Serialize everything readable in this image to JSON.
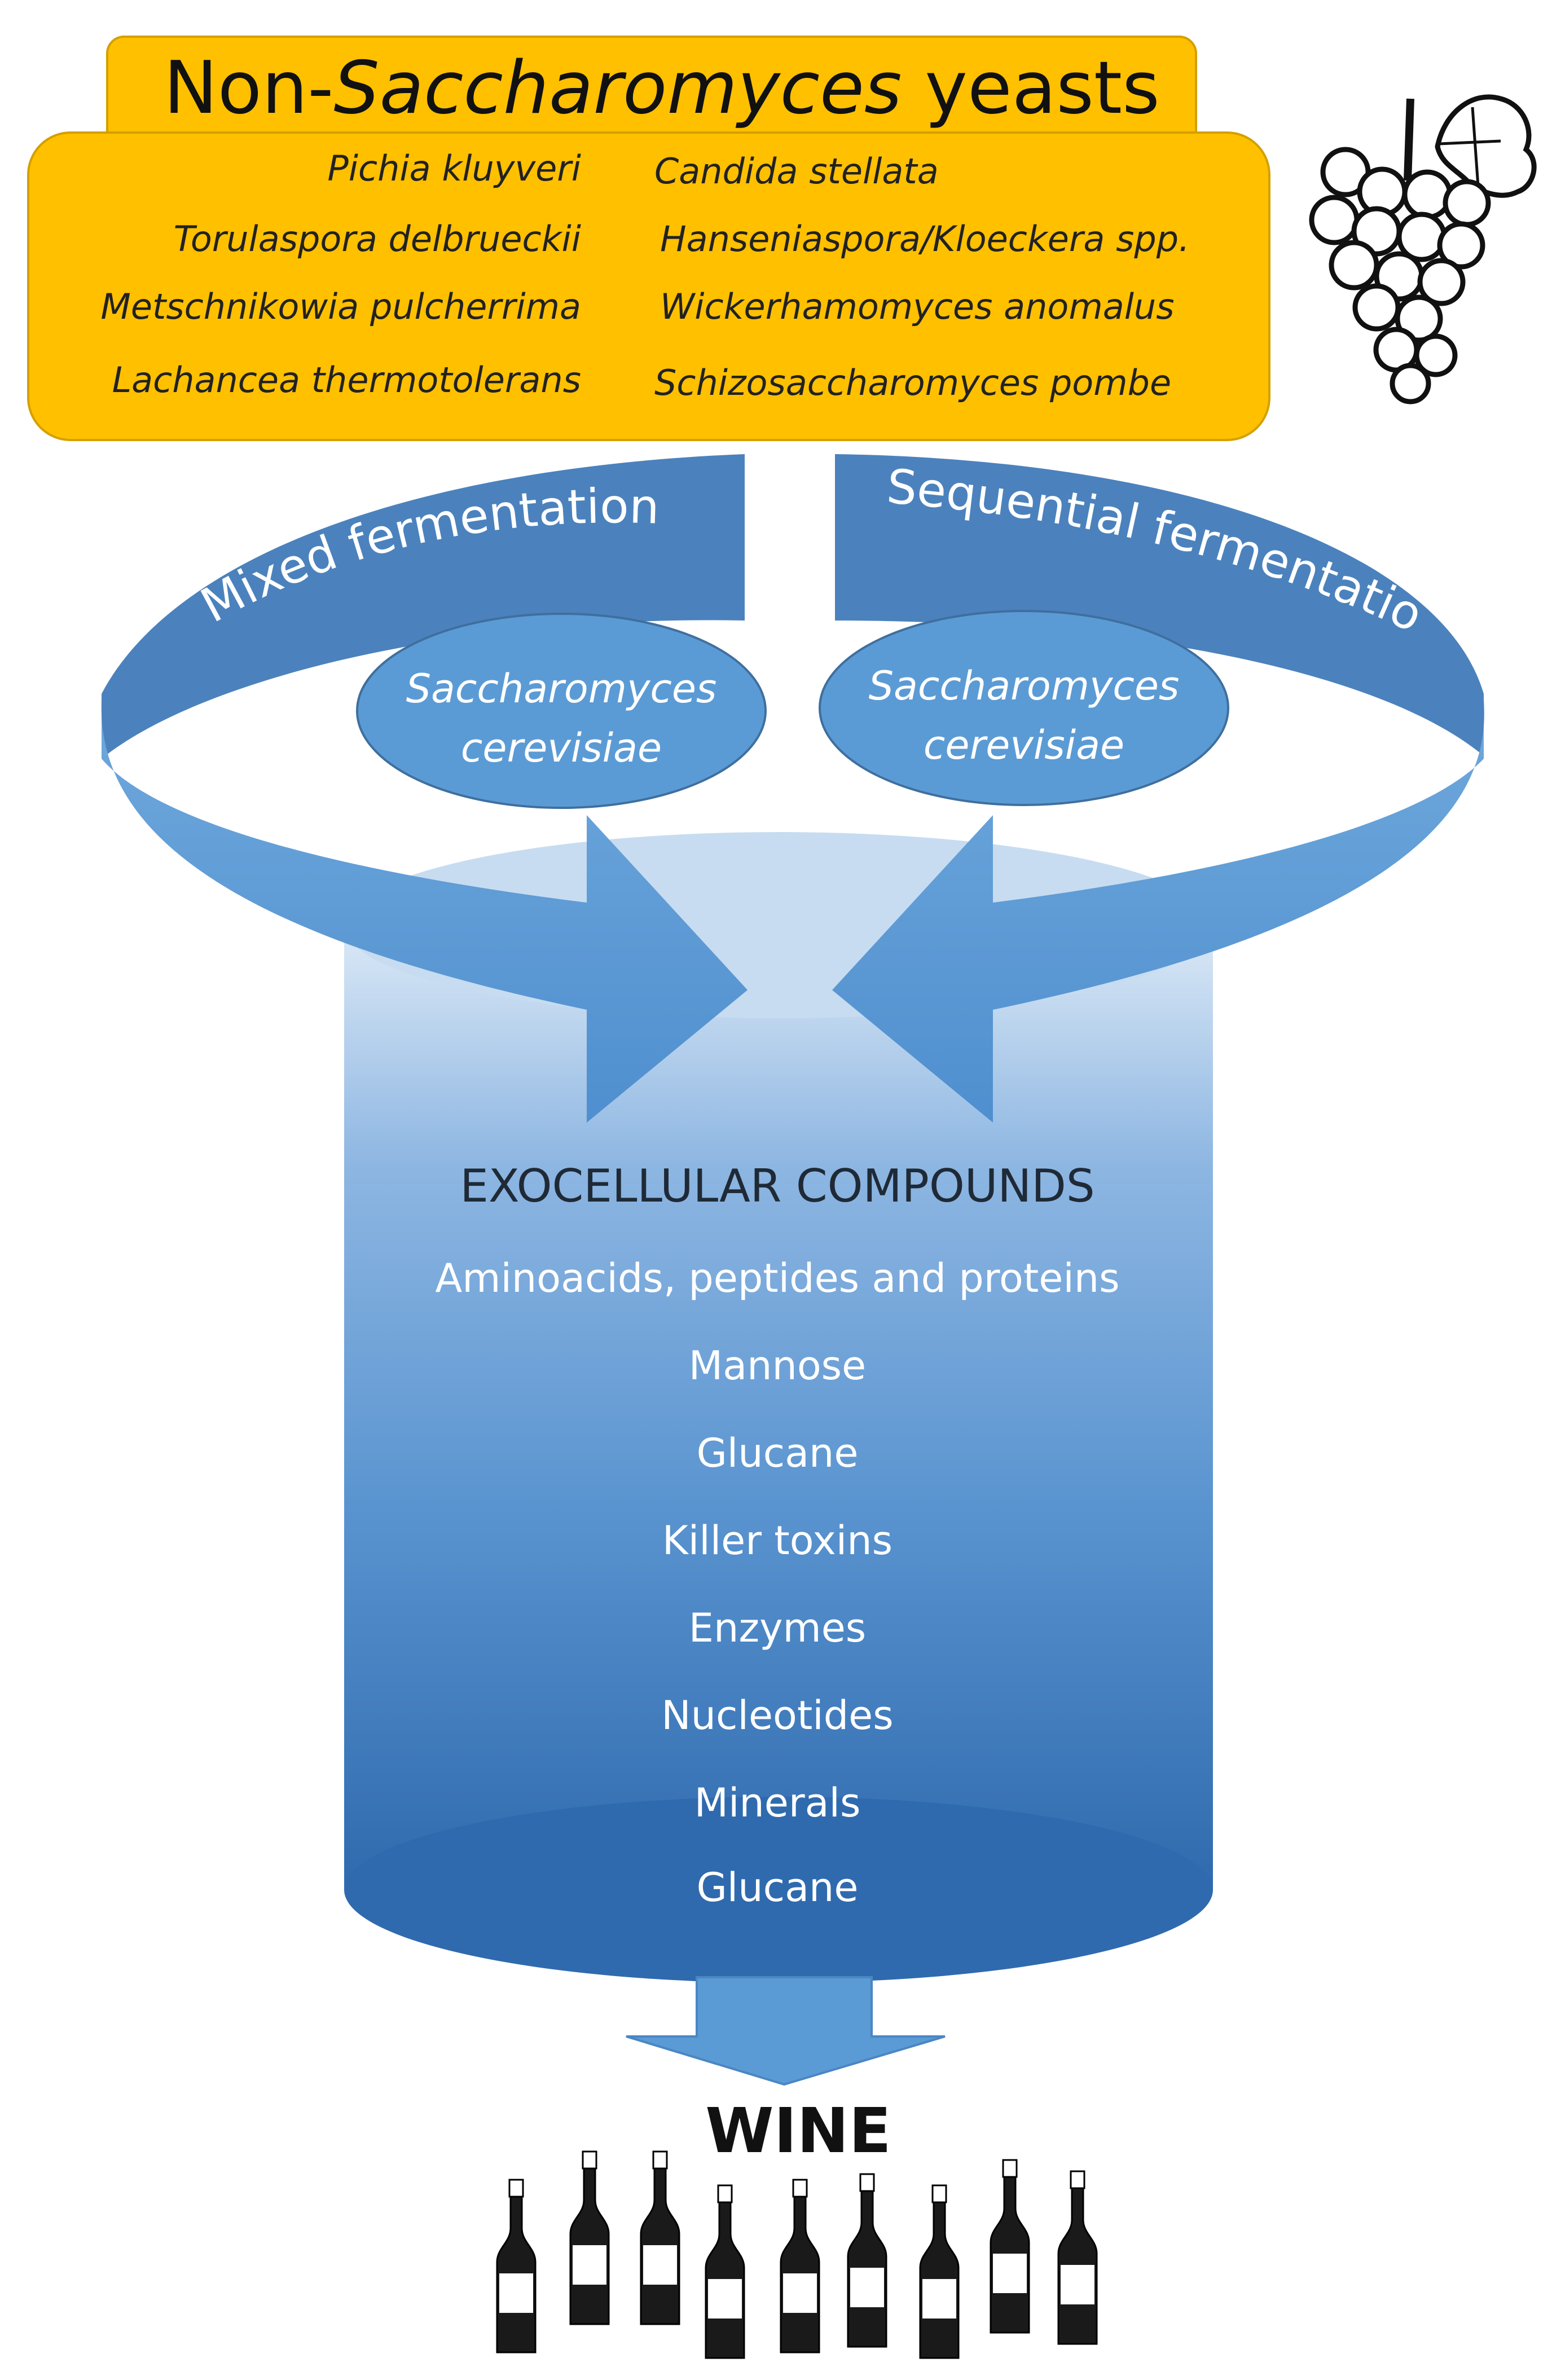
{
  "header": {
    "title_prefix": "Non-",
    "title_italic": "Saccharomyces",
    "title_suffix": " yeasts"
  },
  "species_left": [
    "Pichia kluyveri",
    "Torulaspora delbrueckii",
    "Metschnikowia pulcherrima",
    "Lachancea thermotolerans"
  ],
  "species_right": [
    "Candida stellata",
    "Hanseniaspora/Kloeckera spp.",
    "Wickerhamomyces anomalus",
    "Schizosaccharomyces pombe"
  ],
  "fermentation": {
    "mixed_label": "Mixed fermentation",
    "sequential_label": "Sequential fermentation",
    "left_yeast": [
      "Saccharomyces",
      "cerevisiae"
    ],
    "right_yeast": [
      "Saccharomyces",
      "cerevisiae"
    ]
  },
  "compounds": {
    "heading": "EXOCELLULAR COMPOUNDS",
    "items": [
      "Aminoacids, peptides and proteins",
      "Mannose",
      "Glucane",
      "Killer toxins",
      "Enzymes",
      "Nucleotides",
      "Minerals",
      "Glucane"
    ]
  },
  "output": {
    "label": "WINE"
  },
  "icons": [
    "grapes-icon",
    "wine-bottle-icon"
  ],
  "colors": {
    "header_box": "#FFC000",
    "arrow_blue": "#5B9BD5",
    "arrow_dark": "#41719C",
    "cylinder_top": "#BDD7EE",
    "cylinder_bottom": "#2E6DB0"
  }
}
